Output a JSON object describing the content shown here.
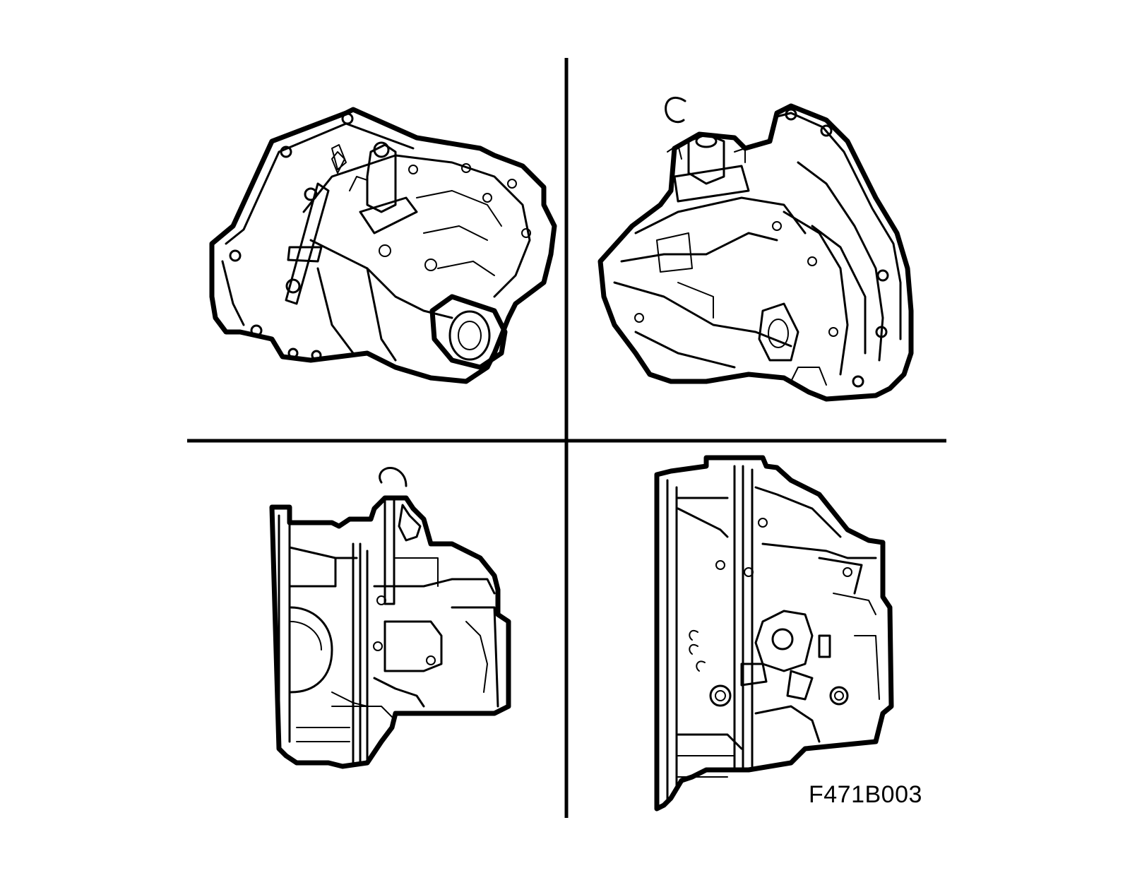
{
  "figure": {
    "code": "F471B003",
    "ink_color": "#000000",
    "background_color": "#ffffff",
    "views": [
      {
        "position": "top-left"
      },
      {
        "position": "top-right"
      },
      {
        "position": "bottom-left"
      },
      {
        "position": "bottom-right"
      }
    ]
  }
}
